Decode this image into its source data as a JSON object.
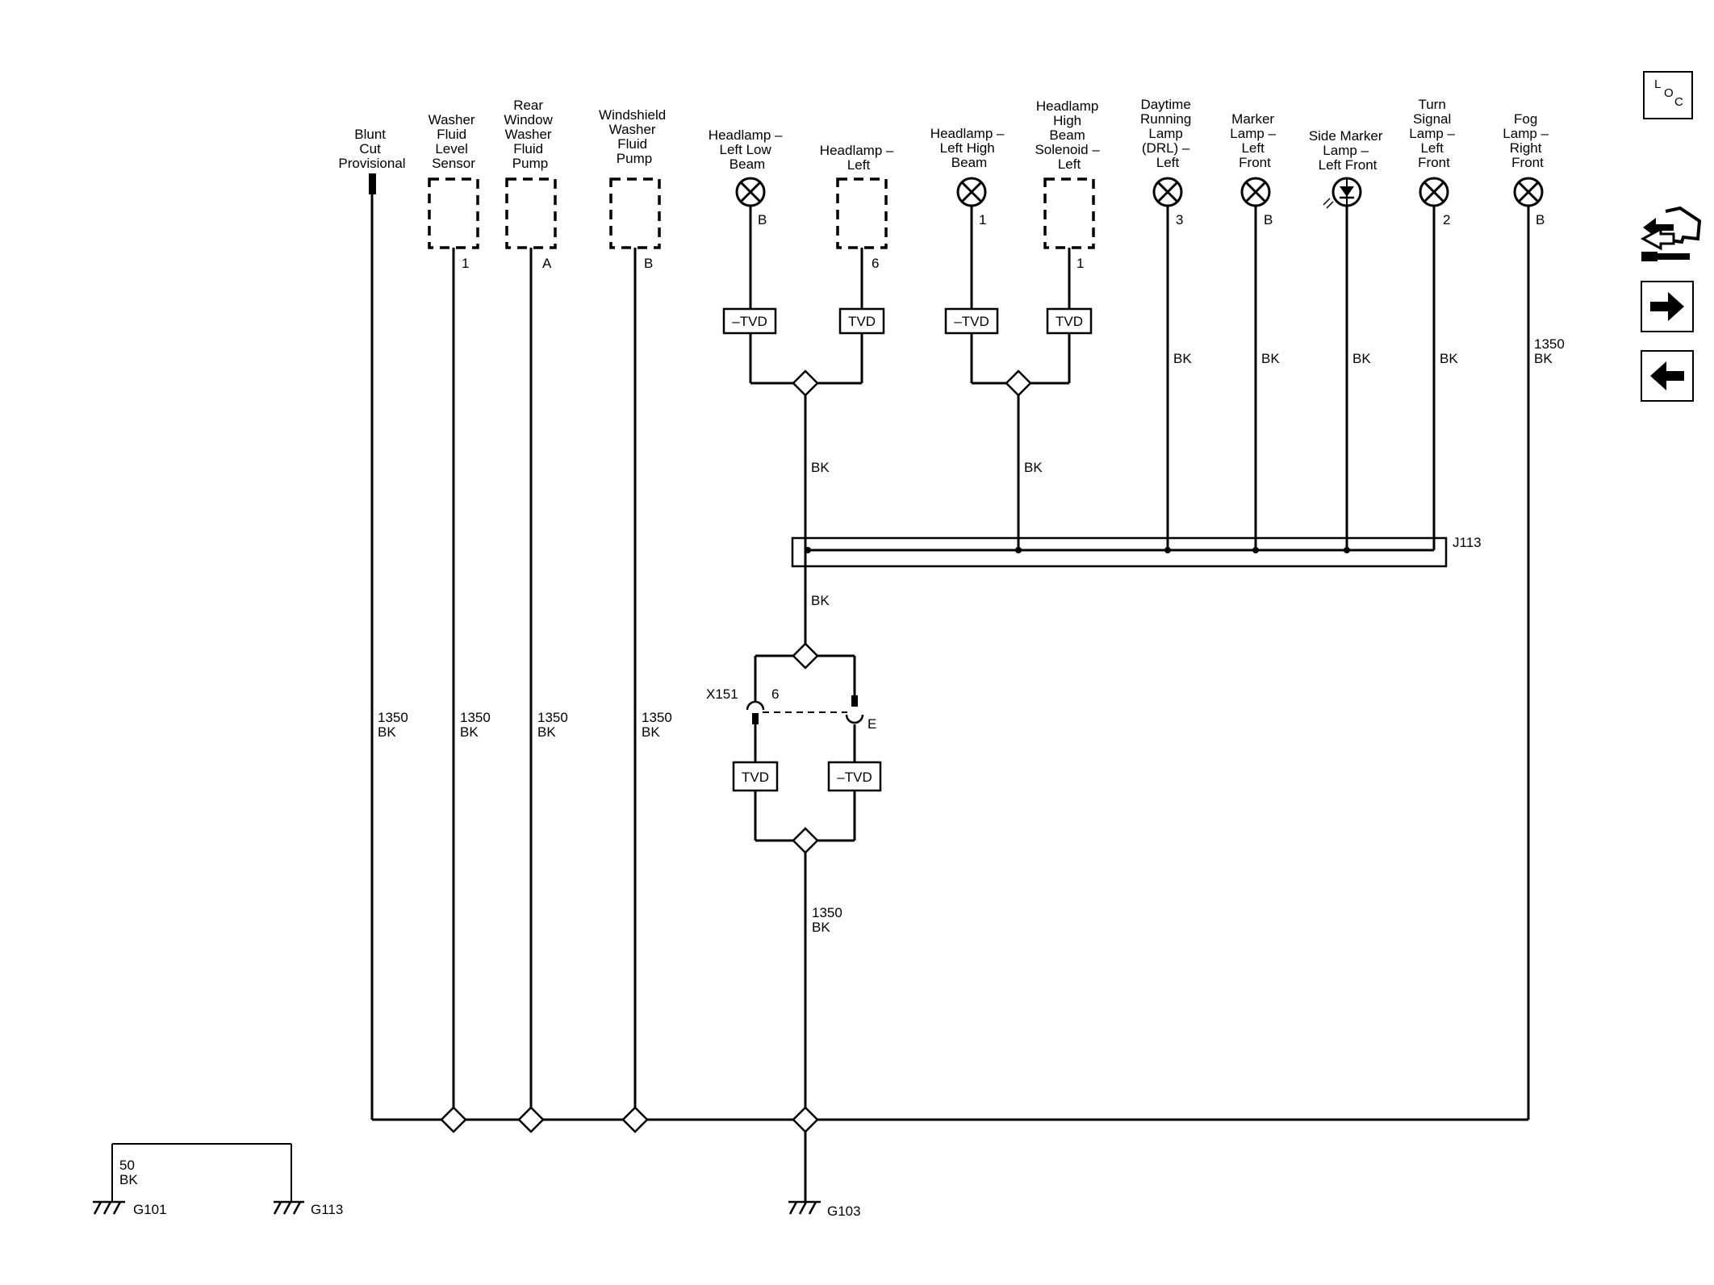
{
  "components": {
    "blunt_cut": [
      "Blunt",
      "Cut",
      "Provisional"
    ],
    "washer_level": [
      "Washer",
      "Fluid",
      "Level",
      "Sensor"
    ],
    "rear_washer": [
      "Rear",
      "Window",
      "Washer",
      "Fluid",
      "Pump"
    ],
    "windshield_washer": [
      "Windshield",
      "Washer",
      "Fluid",
      "Pump"
    ],
    "headlamp_left_low": [
      "Headlamp –",
      "Left Low",
      "Beam"
    ],
    "headlamp_left": [
      "Headlamp –",
      "Left"
    ],
    "headlamp_left_high": [
      "Headlamp –",
      "Left High",
      "Beam"
    ],
    "high_beam_solenoid": [
      "Headlamp",
      "High",
      "Beam",
      "Solenoid –",
      "Left"
    ],
    "drl_left": [
      "Daytime",
      "Running",
      "Lamp",
      "(DRL) –",
      "Left"
    ],
    "marker_left_front": [
      "Marker",
      "Lamp –",
      "Left",
      "Front"
    ],
    "side_marker": [
      "Side Marker",
      "Lamp –",
      "Left Front"
    ],
    "turn_signal": [
      "Turn",
      "Signal",
      "Lamp –",
      "Left",
      "Front"
    ],
    "fog_lamp": [
      "Fog",
      "Lamp –",
      "Right",
      "Front"
    ]
  },
  "pins": {
    "washer_level": "1",
    "rear_washer": "A",
    "windshield_washer": "B",
    "headlamp_left_low": "B",
    "headlamp_left": "6",
    "headlamp_left_high": "1",
    "high_beam_solenoid": "1",
    "drl_left": "3",
    "marker_left_front": "B",
    "side_marker": "",
    "turn_signal": "2",
    "fog_lamp": "B"
  },
  "wire_labels": {
    "circuit": "1350",
    "color": "BK",
    "ground_link_circuit": "50",
    "ground_link_color": "BK"
  },
  "tvd": {
    "positive": "TVD",
    "negative": "–TVD"
  },
  "connector": {
    "name": "X151",
    "pin_left": "6",
    "pin_right": "E"
  },
  "splice_pack": "J113",
  "grounds": {
    "g101": "G101",
    "g113": "G113",
    "g103": "G103"
  },
  "nav": {
    "loc_l": "L",
    "loc_o": "O",
    "loc_c": "C"
  }
}
